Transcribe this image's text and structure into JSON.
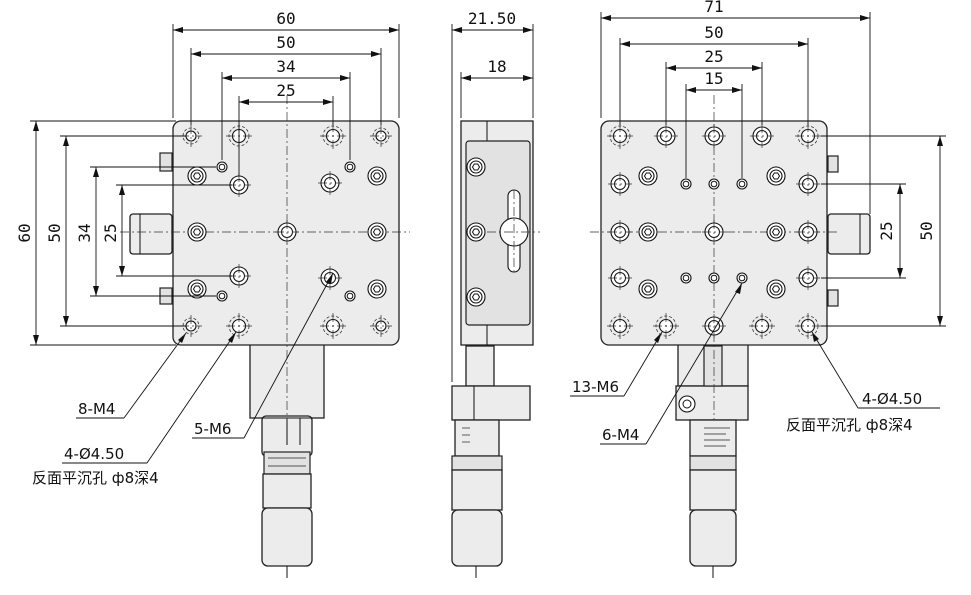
{
  "drawing": {
    "front_view": {
      "dims_top": [
        "60",
        "50",
        "34",
        "25"
      ],
      "dims_left": [
        "60",
        "50",
        "34",
        "25"
      ],
      "callouts": {
        "m4": "8-M4",
        "m6": "5-M6",
        "holes": "4-Ø4.50",
        "counterbore": "反面平沉孔 ф8深4"
      }
    },
    "side_view": {
      "dims_top": [
        "21.50",
        "18"
      ]
    },
    "right_view": {
      "dims_top": [
        "71",
        "50",
        "25",
        "15"
      ],
      "dims_right": [
        "25",
        "50"
      ],
      "callouts": {
        "m6": "13-M6",
        "m4": "6-M4",
        "holes": "4-Ø4.50",
        "counterbore": "反面平沉孔 ф8深4"
      }
    }
  }
}
